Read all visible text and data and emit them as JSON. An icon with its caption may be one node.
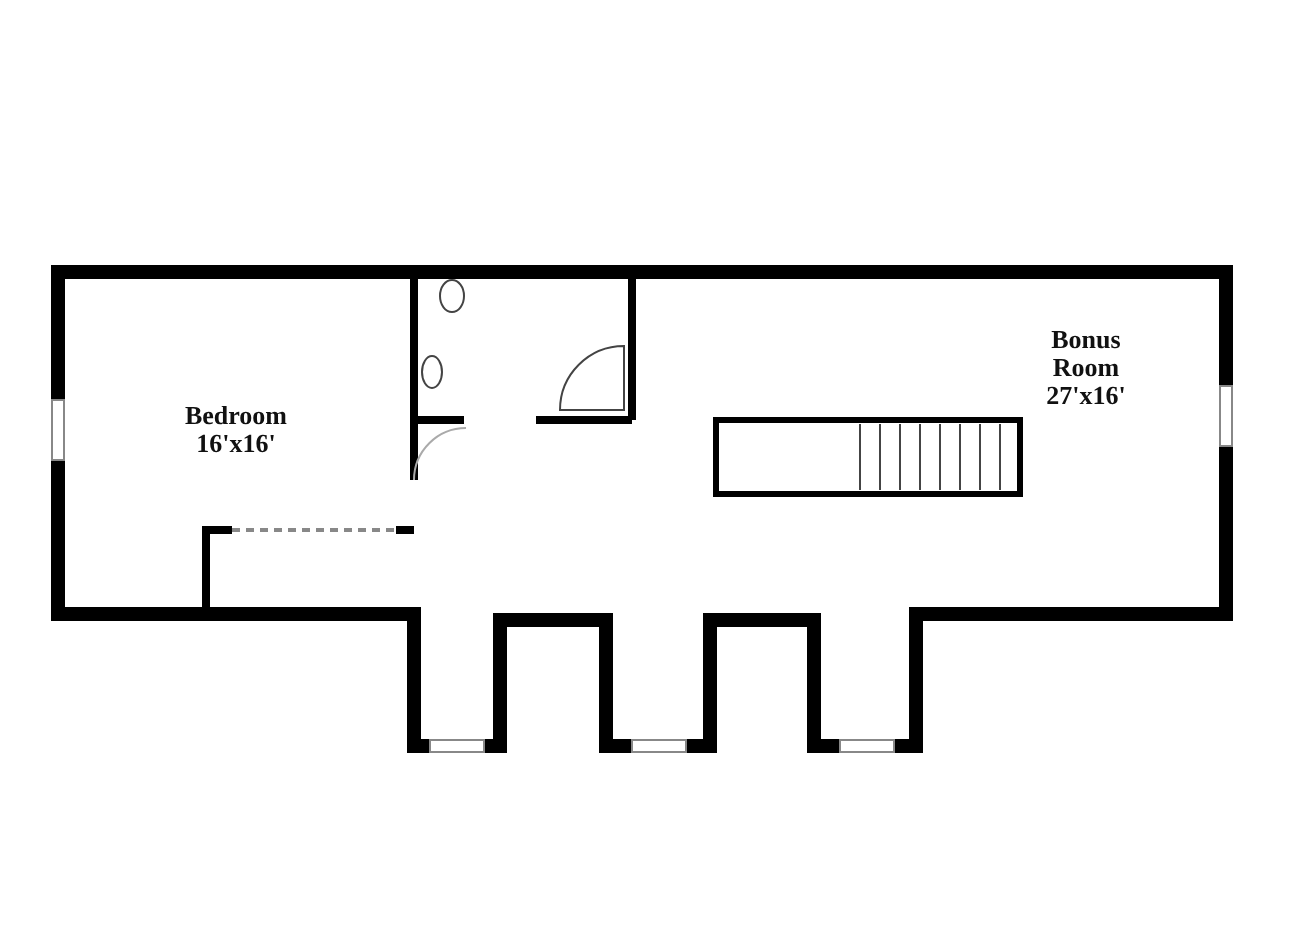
{
  "diagram": {
    "nodes": [
      {
        "text": [
          "Bedroom",
          "16'x16'"
        ]
      },
      {
        "text": [
          "Bonus Room",
          "27'x16'"
        ]
      }
    ]
  }
}
